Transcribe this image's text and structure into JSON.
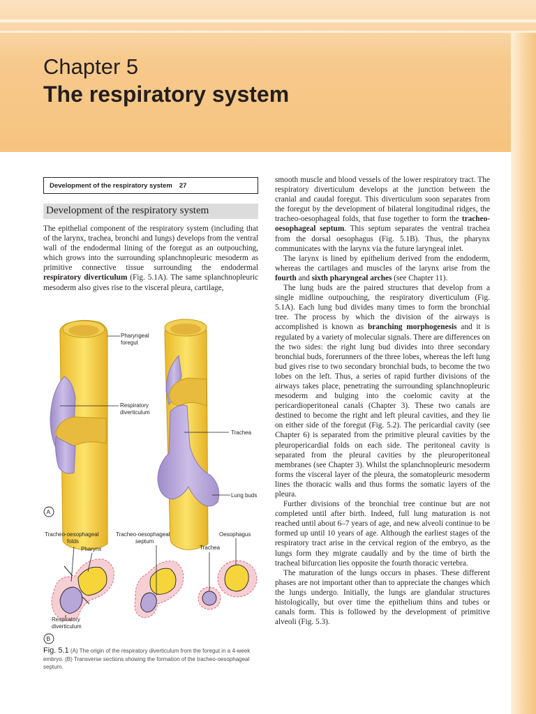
{
  "chapter": {
    "label": "Chapter 5",
    "title": "The respiratory system"
  },
  "toc": {
    "entry": "Development of the respiratory system",
    "page": "27"
  },
  "section": {
    "heading": "Development of the respiratory system"
  },
  "left_column": {
    "p1_a": "The epithelial component of the respiratory system (including that of the larynx, trachea, bronchi and lungs) develops from the ventral wall of the endodermal lining of the foregut as an outpouching, which grows into the surrounding splanchnopleuric mesoderm as primitive connective tissue surrounding the endodermal ",
    "p1_b": "respiratory diverticulum",
    "p1_c": " (Fig. 5.1A). The same splanchnopleuric mesoderm also gives rise to the visceral pleura, cartilage,"
  },
  "right_column": {
    "p1_a": "smooth muscle and blood vessels of the lower respiratory tract. The respiratory diverticulum develops at the junction between the cranial and caudal foregut. This diverticulum soon separates from the foregut by the development of bilateral longitudinal ridges, the tracheo-oesophageal folds, that fuse together to form the ",
    "p1_b": "tracheo-oesophageal septum",
    "p1_c": ". This septum separates the ventral trachea from the dorsal oesophagus (Fig. 5.1B). Thus, the pharynx communicates with the larynx via the future laryngeal inlet.",
    "p2_a": "The larynx is lined by epithelium derived from the endoderm, whereas the cartilages and muscles of the larynx arise from the ",
    "p2_b": "fourth",
    "p2_c": " and ",
    "p2_d": "sixth pharyngeal arches",
    "p2_e": " (see Chapter 11).",
    "p3_a": "The lung buds are the paired structures that develop from a single midline outpouching, the respiratory diverticulum (Fig. 5.1A). Each lung bud divides many times to form the bronchial tree. The process by which the division of the airways is accomplished is known as ",
    "p3_b": "branching morphogenesis",
    "p3_c": " and it is regulated by a variety of molecular signals. There are differences on the two sides: the right lung bud divides into three secondary bronchial buds, forerunners of the three lobes, whereas the left lung bud gives rise to two secondary bronchial buds, to become the two lobes on the left. Thus, a series of rapid further divisions of the airways takes place, penetrating the surrounding splanchnopleuric mesoderm and bulging into the coelomic cavity at the pericardioperitoneal canals (Chapter 3). These two canals are destined to become the right and left pleural cavities, and they lie on either side of the foregut (Fig. 5.2). The pericardial cavity (see Chapter 6) is separated from the primitive pleural cavities by the pleuropericardial folds on each side. The peritoneal cavity is separated from the pleural cavities by the pleuroperitoneal membranes (see Chapter 3). Whilst the splanchnopleuric mesoderm forms the visceral layer of the pleura, the somatopleuric mesoderm lines the thoracic walls and thus forms the somatic layers of the pleura.",
    "p4": "Further divisions of the bronchial tree continue but are not completed until after birth. Indeed, full lung maturation is not reached until about 6–7 years of age, and new alveoli continue to be formed up until 10 years of age. Although the earliest stages of the respiratory tract arise in the cervical region of the embryo, as the lungs form they migrate caudally and by the time of birth the tracheal bifurcation lies opposite the fourth thoracic vertebra.",
    "p5": "The maturation of the lungs occurs in phases. These different phases are not important other than to appreciate the changes which the lungs undergo. Initially, the lungs are glandular structures histologically, but over time the epithelium thins and tubes or canals form. This is followed by the development of primitive alveoli (Fig. 5.3)."
  },
  "figure": {
    "labels": {
      "pharyngeal_foregut_1": "Pharyngeal",
      "pharyngeal_foregut_2": "foregut",
      "resp_div_1": "Respiratory",
      "resp_div_2": "diverticulum",
      "trachea_a": "Trachea",
      "lung_buds": "Lung buds",
      "panel_a": "A",
      "folds_1": "Tracheo-oesophageal",
      "folds_2": "folds",
      "septum_1": "Tracheo-oesophageal",
      "septum_2": "septum",
      "oesophagus": "Oesophagus",
      "pharynx": "Pharynx",
      "trachea_b": "Trachea",
      "resp_div_b_1": "Respiratory",
      "resp_div_b_2": "diverticulum",
      "panel_b": "B"
    },
    "colors": {
      "gut_yellow": "#f5d53a",
      "diverticulum_purple": "#b7a6d8",
      "halo_pink": "#f3b8c2"
    }
  },
  "caption": {
    "fig_label": "Fig. 5.1",
    "text": " (A) The origin of the respiratory diverticulum from the foregut in a 4-week embryo. (B) Transverse sections showing the formation of the tracheo-oesophageal septum."
  }
}
